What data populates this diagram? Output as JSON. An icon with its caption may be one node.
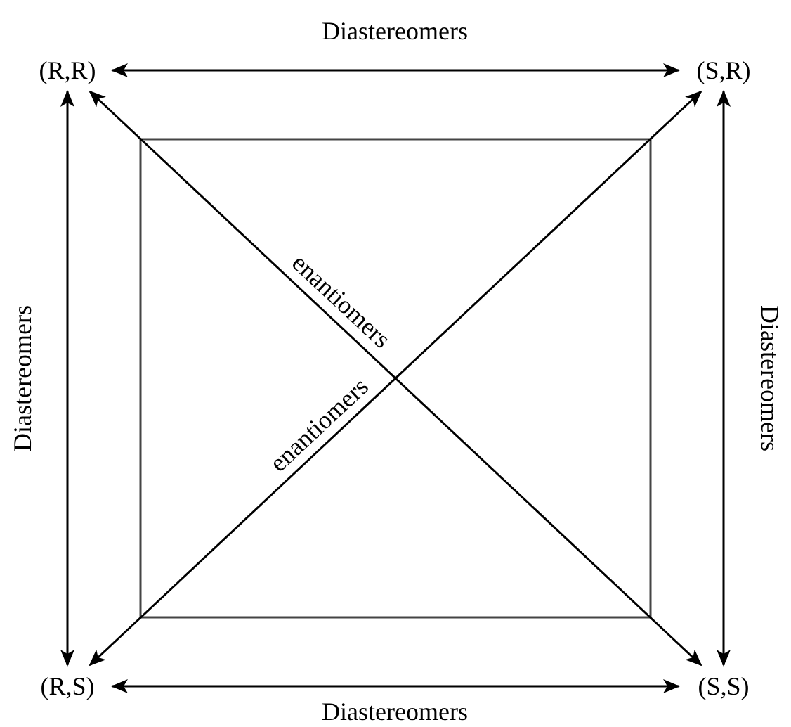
{
  "diagram": {
    "nodes": [
      {
        "text": [
          "(R,R)"
        ]
      },
      {
        "text": [
          "(S,R)"
        ]
      },
      {
        "text": [
          "(R,S)"
        ]
      },
      {
        "text": [
          "(S,S)"
        ]
      }
    ],
    "edges": [
      {
        "from": 0,
        "to": 1,
        "arrow": "both",
        "label": "Diastereomers"
      },
      {
        "from": 0,
        "to": 2,
        "arrow": "both",
        "label": "Diastereomers"
      },
      {
        "from": 1,
        "to": 3,
        "arrow": "both",
        "label": "Diastereomers"
      },
      {
        "from": 2,
        "to": 3,
        "arrow": "both",
        "label": "Diastereomers"
      },
      {
        "from": 0,
        "to": 3,
        "arrow": "both",
        "label": "enantiomers"
      },
      {
        "from": 1,
        "to": 2,
        "arrow": "both",
        "label": "enantiomers"
      }
    ]
  }
}
